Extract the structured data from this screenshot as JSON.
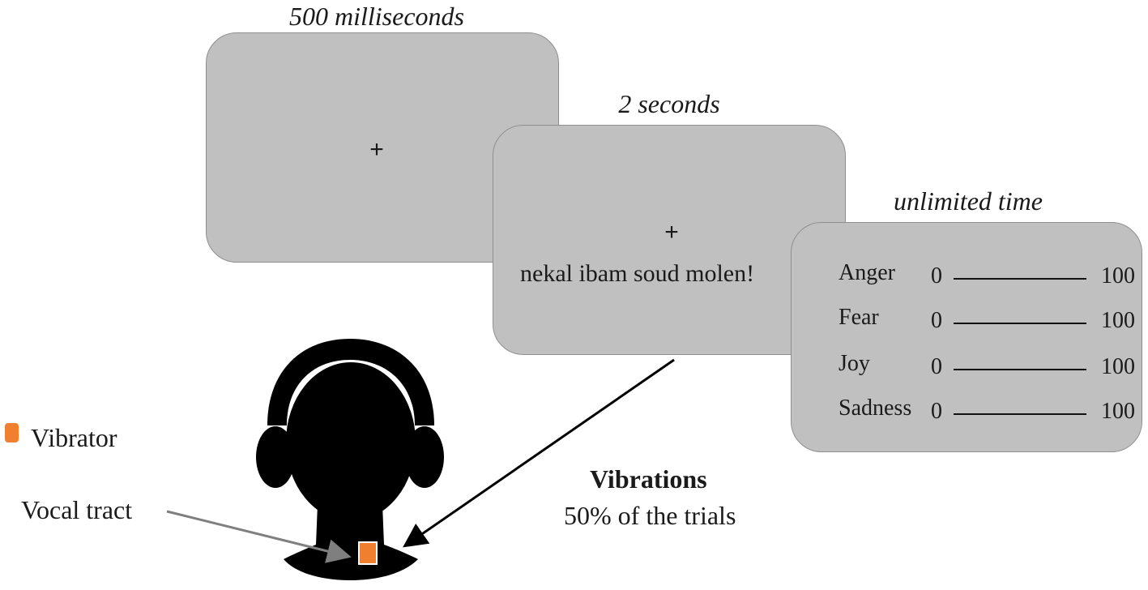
{
  "screens": [
    {
      "time_label": "500 milliseconds",
      "fixation": "+"
    },
    {
      "time_label": "2 seconds",
      "fixation": "+",
      "sentence": "nekal ibam soud molen!"
    },
    {
      "time_label": "unlimited time",
      "ratings": [
        {
          "emotion": "Anger",
          "min": "0",
          "max": "100"
        },
        {
          "emotion": "Fear",
          "min": "0",
          "max": "100"
        },
        {
          "emotion": "Joy",
          "min": "0",
          "max": "100"
        },
        {
          "emotion": "Sadness",
          "min": "0",
          "max": "100"
        }
      ]
    }
  ],
  "legend": {
    "vibrator_label": "Vibrator",
    "vibrator_color": "#f07f2f"
  },
  "annotations": {
    "vocal_tract": "Vocal tract",
    "vibrations_title": "Vibrations",
    "vibrations_subtitle": "50% of the trials"
  },
  "colors": {
    "screen_fill": "#c0c0c0",
    "head": "#000000",
    "arrow_gray": "#7f7f7f"
  }
}
